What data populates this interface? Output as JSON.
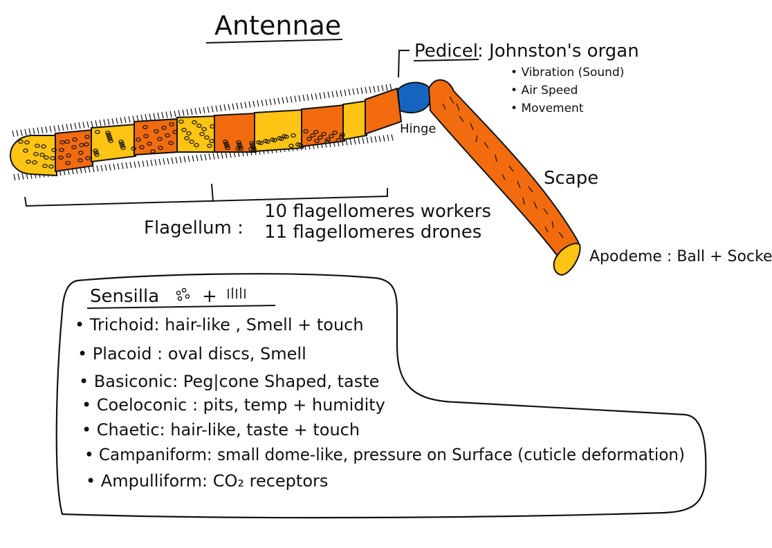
{
  "title": "Antennae",
  "pedicel": {
    "name": "Pedicel",
    "desc": ": Johnston's organ",
    "bullets": [
      "Vibration (Sound)",
      "Air Speed",
      "Movement"
    ]
  },
  "hinge": "Hinge",
  "scape": "Scape",
  "apodeme": "Apodeme : Ball + Socket",
  "flagellum": {
    "name": "Flagellum :",
    "lines": [
      "10 flagellomeres workers",
      "11 flagellomeres drones"
    ]
  },
  "sensilla": {
    "heading": "Sensilla",
    "heading_suffix": "+",
    "items": [
      "Trichoid: hair-like , Smell + touch",
      "Placoid : oval discs, Smell",
      "Basiconic: Peg|cone Shaped, taste",
      "Coeloconic : pits, temp + humidity",
      "Chaetic: hair-like, taste + touch",
      "Campaniform: small dome-like, pressure on Surface (cuticle deformation)",
      "Ampulliform: CO₂ receptors"
    ]
  },
  "colors": {
    "orange": "#F26B0F",
    "yellow": "#FFC414",
    "blue": "#1565C0",
    "ink": "#111111"
  }
}
